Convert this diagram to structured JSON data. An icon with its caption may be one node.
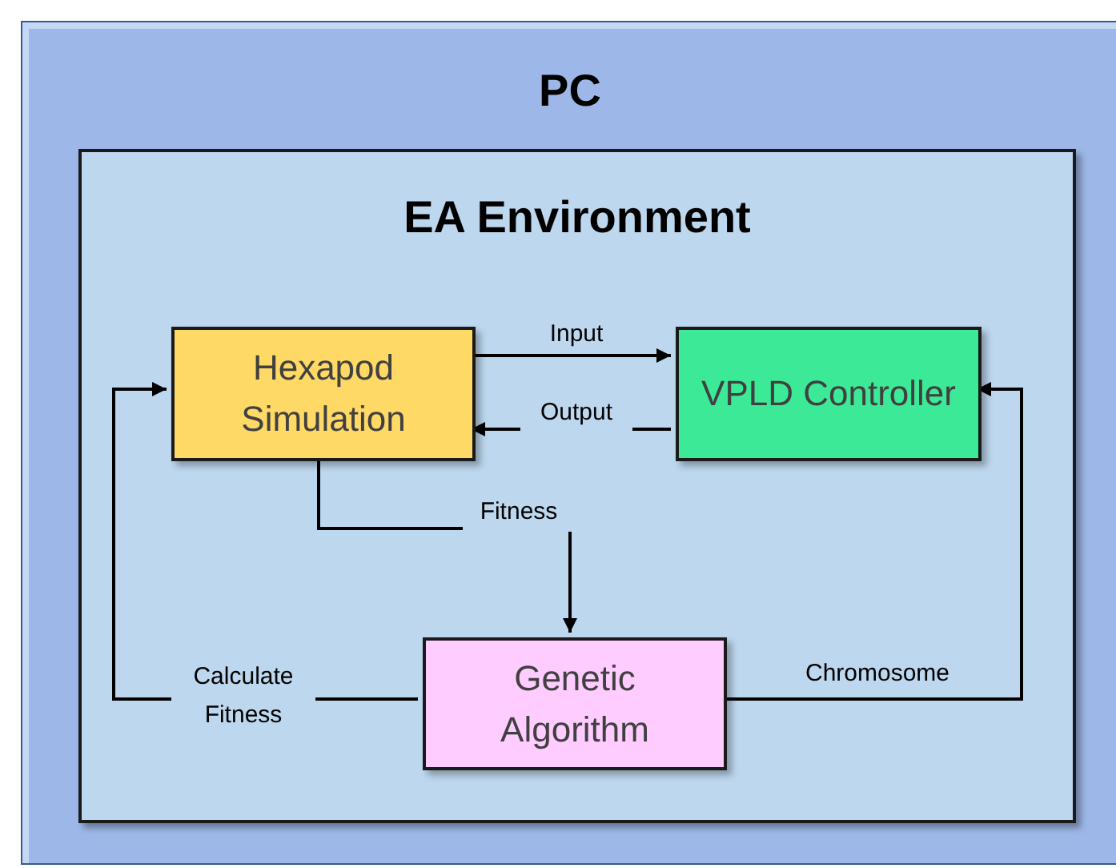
{
  "diagram": {
    "nodes": [
      {
        "text": [
          "PC"
        ]
      },
      {
        "text": [
          "EA Environment"
        ],
        "in": 0
      },
      {
        "text": [
          "Hexapod Simulation"
        ],
        "in": 1
      },
      {
        "text": [
          "VPLD Controller"
        ],
        "in": 1
      },
      {
        "text": [
          "Genetic Algorithm"
        ],
        "in": 1
      }
    ],
    "edges": [
      {
        "from": 2,
        "to": 3,
        "arrow": "to",
        "label": "Input"
      },
      {
        "from": 3,
        "to": 2,
        "arrow": "to",
        "label": "Output"
      },
      {
        "from": 2,
        "to": 4,
        "arrow": "to",
        "label": "Fitness"
      },
      {
        "from": 4,
        "to": 2,
        "arrow": "to",
        "label": "Calculate Fitness"
      },
      {
        "from": 4,
        "to": 3,
        "arrow": "to",
        "label": "Chromosome"
      }
    ]
  }
}
